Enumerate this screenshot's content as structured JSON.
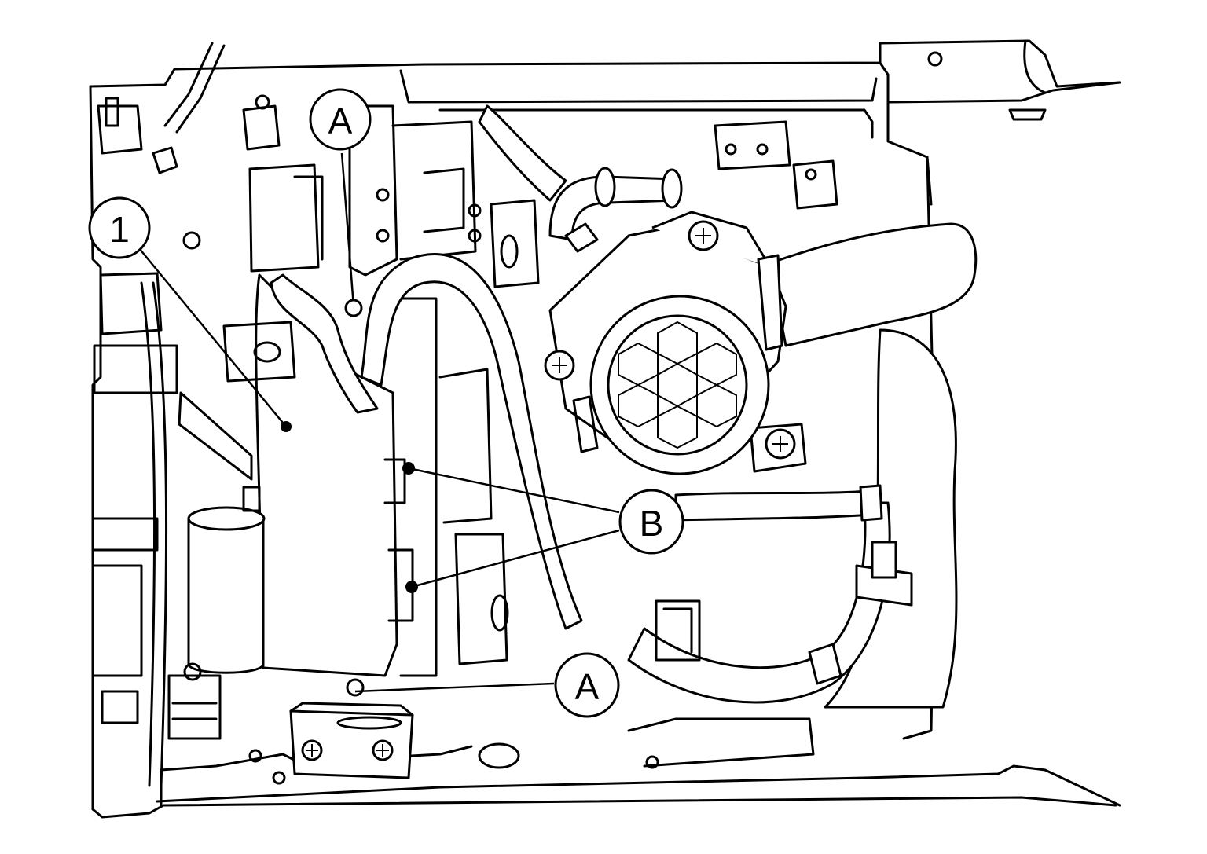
{
  "callouts": {
    "part_1": "1",
    "A_top": "A",
    "A_bottom": "A",
    "B": "B"
  },
  "colors": {
    "line": "#000000",
    "background": "#ffffff"
  }
}
